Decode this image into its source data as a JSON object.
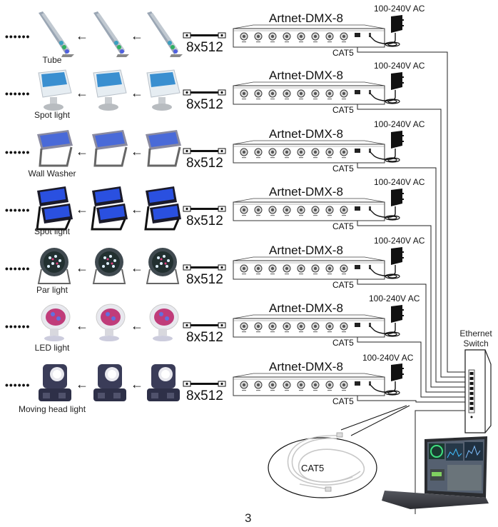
{
  "rows": [
    {
      "fixture": "Tube",
      "fixture_icon": "led-tube-icon",
      "colors": [
        "#9aa6b4",
        "#3aa0c0"
      ],
      "channels": "8x512",
      "device": "Artnet-DMX-8",
      "power": "100-240V AC",
      "network": "CAT5"
    },
    {
      "fixture": "Spot light",
      "fixture_icon": "spot-light-icon",
      "colors": [
        "#e6edf2",
        "#3a8fd0"
      ],
      "channels": "8x512",
      "device": "Artnet-DMX-8",
      "power": "100-240V AC",
      "network": "CAT5"
    },
    {
      "fixture": "Wall Washer",
      "fixture_icon": "wall-washer-icon",
      "colors": [
        "#8a8aa0",
        "#4a6ad8"
      ],
      "channels": "8x512",
      "device": "Artnet-DMX-8",
      "power": "100-240V AC",
      "network": "CAT5"
    },
    {
      "fixture": "Spot light",
      "fixture_icon": "spot-light-icon",
      "colors": [
        "#1a1a2a",
        "#2a50e0"
      ],
      "channels": "8x512",
      "device": "Artnet-DMX-8",
      "power": "100-240V AC",
      "network": "CAT5"
    },
    {
      "fixture": "Par light",
      "fixture_icon": "par-light-icon",
      "colors": [
        "#404a50",
        "#e0f0ff"
      ],
      "channels": "8x512",
      "device": "Artnet-DMX-8",
      "power": "100-240V AC",
      "network": "CAT5"
    },
    {
      "fixture": "LED light",
      "fixture_icon": "led-light-icon",
      "colors": [
        "#e8e8ee",
        "#c03c7a"
      ],
      "channels": "8x512",
      "device": "Artnet-DMX-8",
      "power": "100-240V AC",
      "network": "CAT5"
    },
    {
      "fixture": "Moving head light",
      "fixture_icon": "moving-head-icon",
      "colors": [
        "#3a3c58",
        "#e8e8ee"
      ],
      "channels": "8x512",
      "device": "Artnet-DMX-8",
      "power": "100-240V AC",
      "network": "CAT5"
    }
  ],
  "continuation": "••••••",
  "switch": {
    "label_line1": "Ethernet",
    "label_line2": "Switch"
  },
  "cable_callout": {
    "label": "CAT5"
  },
  "page_number": "3"
}
